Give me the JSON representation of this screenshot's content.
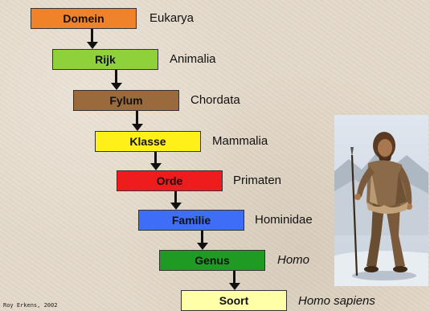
{
  "levels": [
    {
      "rank": "Domein",
      "value": "Eukarya",
      "color": "#f0832a",
      "italic": false
    },
    {
      "rank": "Rijk",
      "value": "Animalia",
      "color": "#8fd13a",
      "italic": false
    },
    {
      "rank": "Fylum",
      "value": "Chordata",
      "color": "#9a6a3d",
      "italic": false
    },
    {
      "rank": "Klasse",
      "value": "Mammalia",
      "color": "#fff01a",
      "italic": false
    },
    {
      "rank": "Orde",
      "value": "Primaten",
      "color": "#ee1c1c",
      "italic": false
    },
    {
      "rank": "Familie",
      "value": "Hominidae",
      "color": "#3d6ef5",
      "italic": false
    },
    {
      "rank": "Genus",
      "value": "Homo",
      "color": "#1f9a22",
      "italic": true
    },
    {
      "rank": "Soort",
      "value": "Homo sapiens",
      "color": "#ffffa8",
      "italic": true
    }
  ],
  "credit": "Roy Erkens, 2002",
  "image": {
    "icon": "caveman-figure-image"
  }
}
